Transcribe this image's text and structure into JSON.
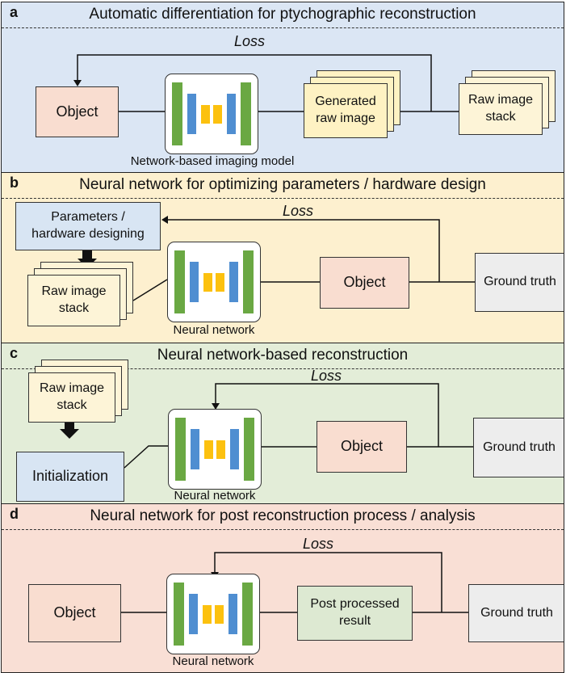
{
  "panels": {
    "a": {
      "letter": "a",
      "title": "Automatic differentiation for ptychographic reconstruction",
      "loss": "Loss",
      "object": "Object",
      "network_label": "Network-based imaging model",
      "generated": "Generated\nraw image",
      "raw_stack": "Raw image\nstack"
    },
    "b": {
      "letter": "b",
      "title": "Neural network for optimizing parameters / hardware design",
      "loss": "Loss",
      "params": "Parameters /\nhardware designing",
      "raw_stack": "Raw image\nstack",
      "network_label": "Neural network",
      "object": "Object",
      "ground_truth": "Ground truth"
    },
    "c": {
      "letter": "c",
      "title": "Neural network-based reconstruction",
      "loss": "Loss",
      "raw_stack": "Raw image\nstack",
      "init": "Initialization",
      "network_label": "Neural network",
      "object": "Object",
      "ground_truth": "Ground truth"
    },
    "d": {
      "letter": "d",
      "title": "Neural network for post reconstruction process / analysis",
      "loss": "Loss",
      "object": "Object",
      "network_label": "Neural network",
      "post": "Post processed\nresult",
      "ground_truth": "Ground truth"
    }
  },
  "colors": {
    "panel_a_bg": "#dbe6f4",
    "panel_b_bg": "#fdf0cf",
    "panel_c_bg": "#e3edd8",
    "panel_d_bg": "#f9dfd5",
    "network_green": "#6aa843",
    "network_blue": "#4f8ed1",
    "network_yellow": "#fcc10f"
  }
}
